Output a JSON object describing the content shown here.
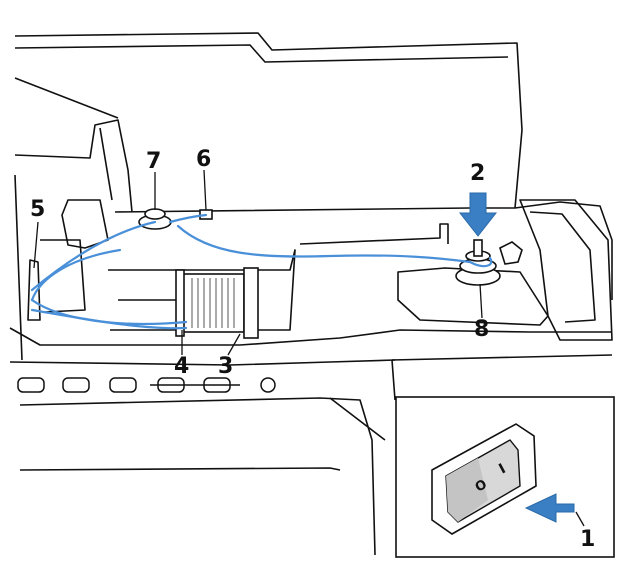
{
  "figure": {
    "callouts": {
      "power_switch": "1",
      "winding_arrow": "2",
      "spool_cap": "3",
      "spool_pin": "4",
      "left_guide": "5",
      "thread_guide": "6",
      "pretension_disc": "7",
      "bobbin_winder": "8"
    },
    "switch_marks": {
      "off": "O",
      "on": "I"
    }
  },
  "colors": {
    "thread": "#4a90d9",
    "arrow": "#3a7fc4",
    "line": "#111111"
  }
}
